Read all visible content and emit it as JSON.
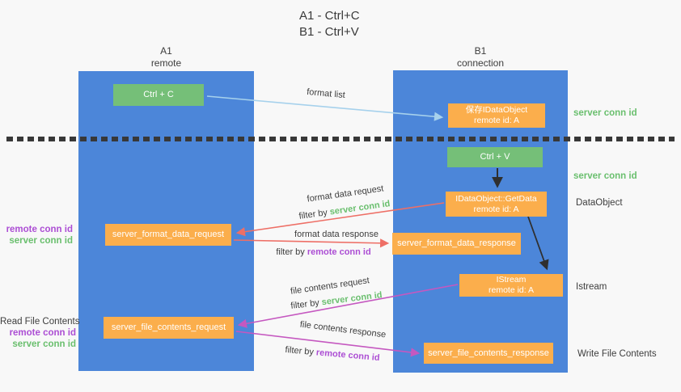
{
  "title": {
    "line1": "A1 - Ctrl+C",
    "line2": "B1 - Ctrl+V"
  },
  "lanes": {
    "a1": {
      "name": "A1",
      "subtitle": "remote"
    },
    "b1": {
      "name": "B1",
      "subtitle": "connection"
    }
  },
  "nodes": {
    "ctrl_c": {
      "label": "Ctrl + C"
    },
    "save_dataobject": {
      "line1": "保存IDataObject",
      "line2": "remote id: A"
    },
    "ctrl_v": {
      "label": "Ctrl + V"
    },
    "getdata": {
      "line1": "IDataObject::GetData",
      "line2": "remote id: A"
    },
    "format_request": {
      "label": "server_format_data_request"
    },
    "format_response": {
      "label": "server_format_data_response"
    },
    "istream": {
      "line1": "IStream",
      "line2": "remote id: A"
    },
    "file_request": {
      "label": "server_file_contents_request"
    },
    "file_response": {
      "label": "server_file_contents_response"
    }
  },
  "arrows": {
    "format_list": {
      "label": "format list"
    },
    "format_data_request": {
      "label": "format data request",
      "filter_prefix": "filter by ",
      "filter_key": "server conn id"
    },
    "format_data_response": {
      "label": "format data response",
      "filter_prefix": "filter by ",
      "filter_key": "remote conn id"
    },
    "file_contents_request": {
      "label": "file contents request",
      "filter_prefix": "filter by ",
      "filter_key": "server conn id"
    },
    "file_contents_response": {
      "label": "file contents response",
      "filter_prefix": "filter by ",
      "filter_key": "remote conn id"
    }
  },
  "side_labels": {
    "right_top_server_conn_id": "server conn id",
    "right_mid_server_conn_id": "server conn id",
    "dataobject": "DataObject",
    "istream": "Istream",
    "write_file_contents": "Write File Contents",
    "left_format": {
      "remote_conn_id": "remote conn id",
      "server_conn_id": "server conn id"
    },
    "left_file": {
      "title": "Read File Contents",
      "remote_conn_id": "remote conn id",
      "server_conn_id": "server conn id"
    }
  },
  "colors": {
    "lane_blue": "#4c86d9",
    "node_green": "#75bf78",
    "node_orange": "#fbae4c",
    "arrow_light_blue": "#a6d1ec",
    "arrow_salmon": "#ee6f66",
    "arrow_magenta": "#c558c0",
    "arrow_black": "#2f2f2f",
    "label_green": "#6abf6e",
    "label_purple": "#ac4ed4"
  }
}
